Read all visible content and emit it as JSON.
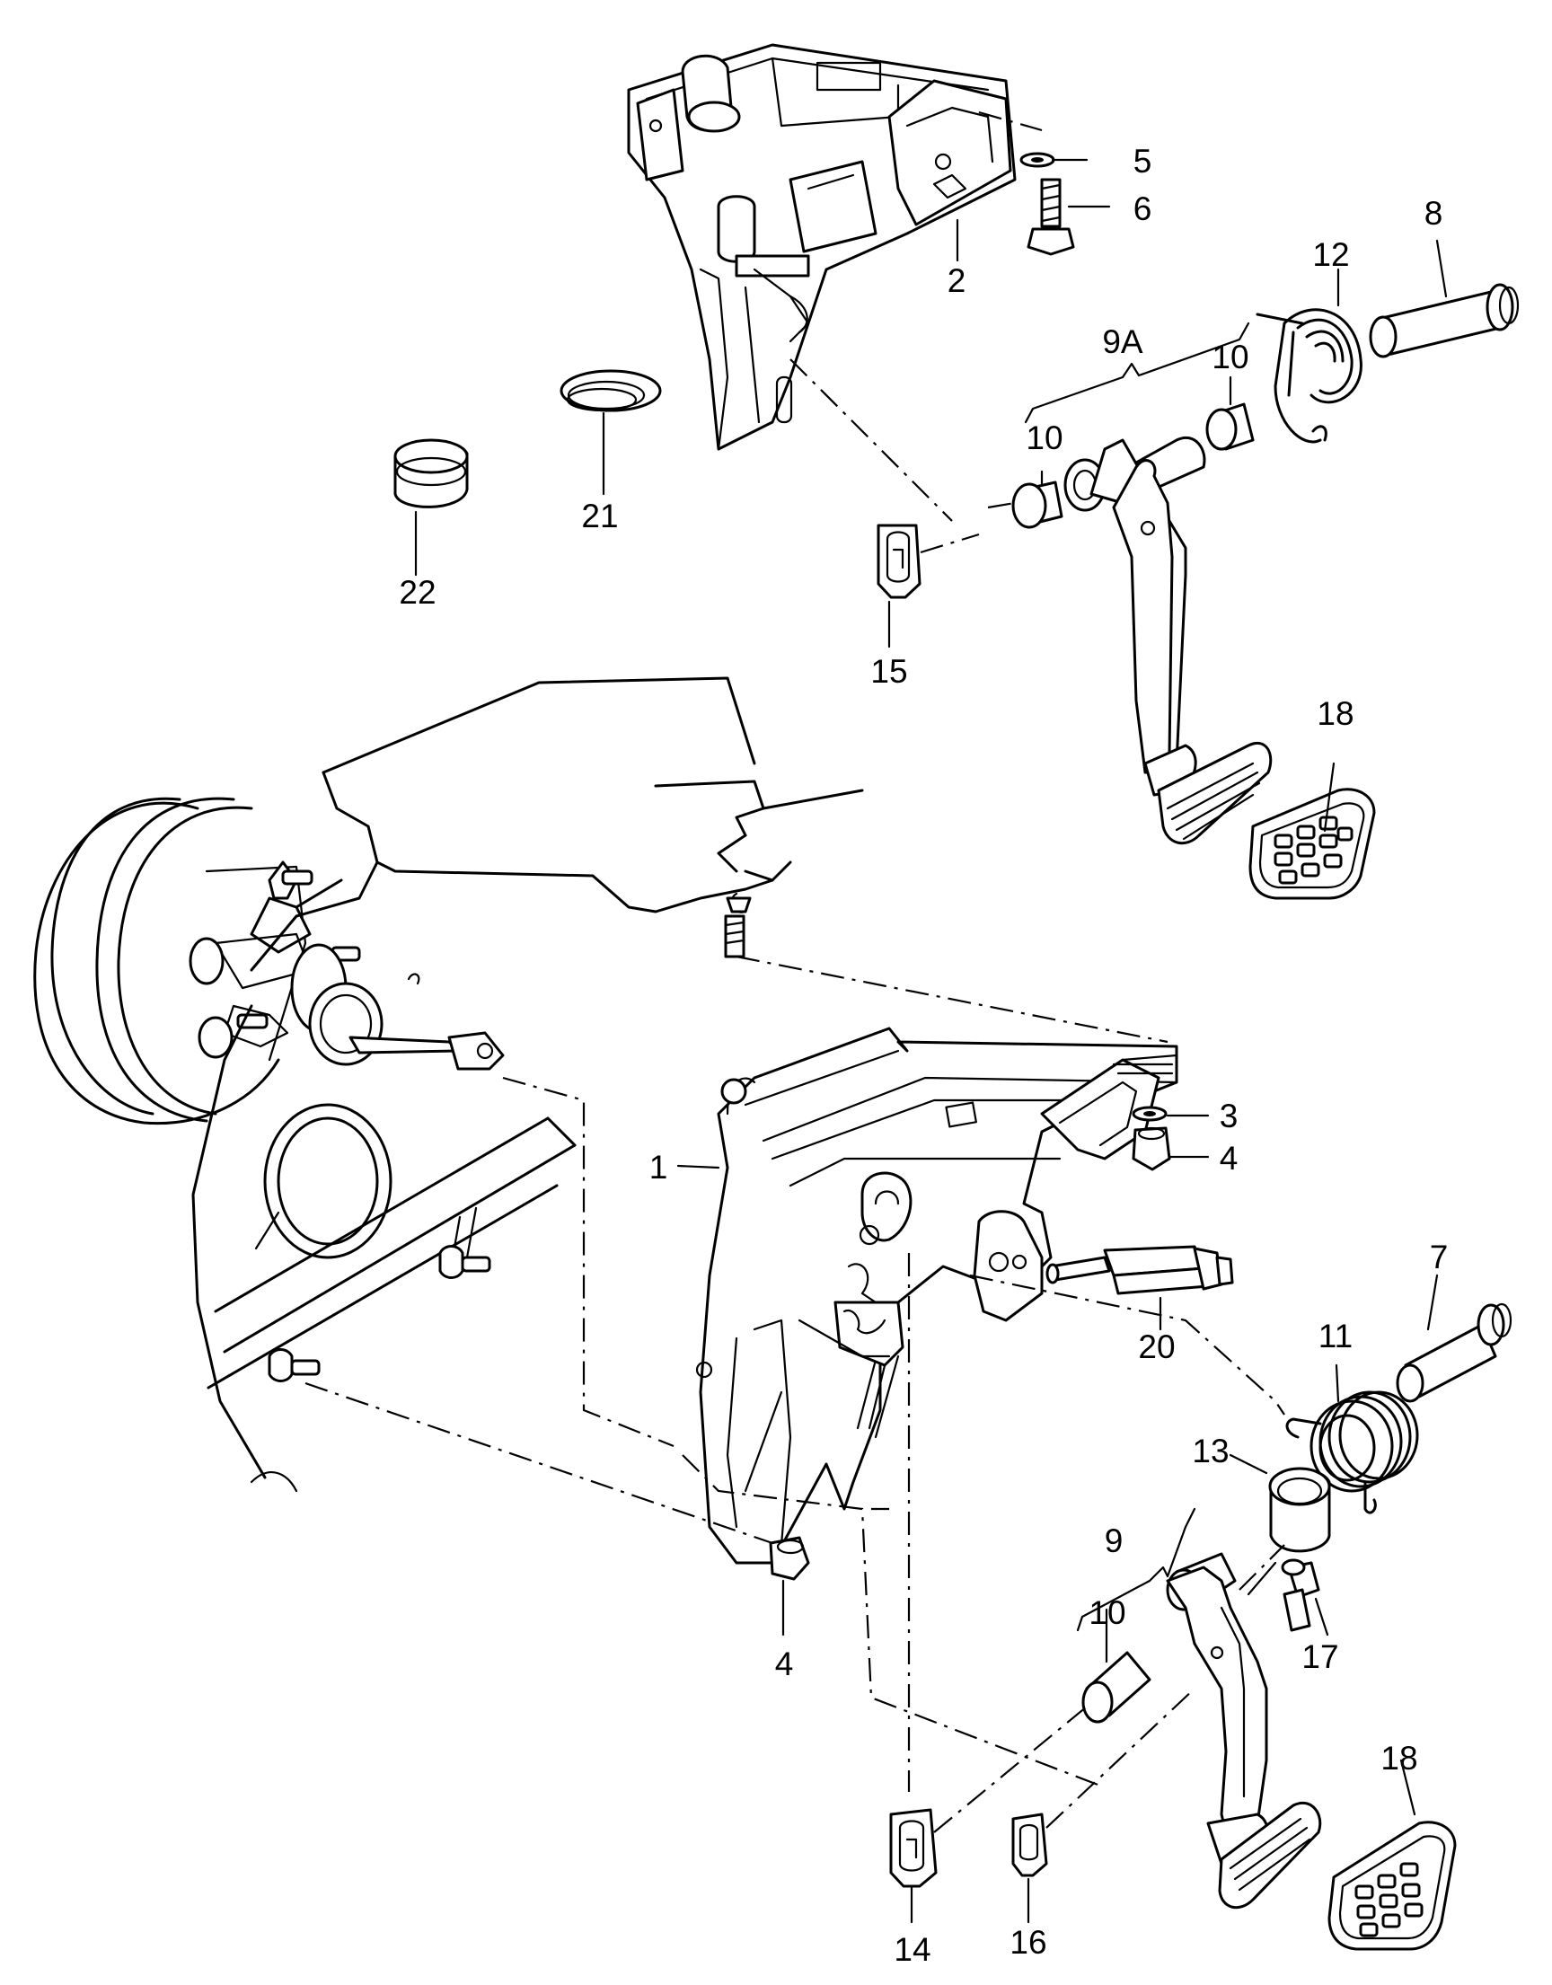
{
  "labels": [
    {
      "id": "1",
      "text": "1"
    },
    {
      "id": "2",
      "text": "2"
    },
    {
      "id": "3",
      "text": "3"
    },
    {
      "id": "4a",
      "text": "4"
    },
    {
      "id": "4b",
      "text": "4"
    },
    {
      "id": "5",
      "text": "5"
    },
    {
      "id": "6",
      "text": "6"
    },
    {
      "id": "7",
      "text": "7"
    },
    {
      "id": "8",
      "text": "8"
    },
    {
      "id": "9",
      "text": "9"
    },
    {
      "id": "9A",
      "text": "9A"
    },
    {
      "id": "10a",
      "text": "10"
    },
    {
      "id": "10b",
      "text": "10"
    },
    {
      "id": "10c",
      "text": "10"
    },
    {
      "id": "11",
      "text": "11"
    },
    {
      "id": "12",
      "text": "12"
    },
    {
      "id": "13",
      "text": "13"
    },
    {
      "id": "14",
      "text": "14"
    },
    {
      "id": "15",
      "text": "15"
    },
    {
      "id": "16",
      "text": "16"
    },
    {
      "id": "17",
      "text": "17"
    },
    {
      "id": "18a",
      "text": "18"
    },
    {
      "id": "18b",
      "text": "18"
    },
    {
      "id": "20",
      "text": "20"
    },
    {
      "id": "21",
      "text": "21"
    },
    {
      "id": "22",
      "text": "22"
    }
  ]
}
